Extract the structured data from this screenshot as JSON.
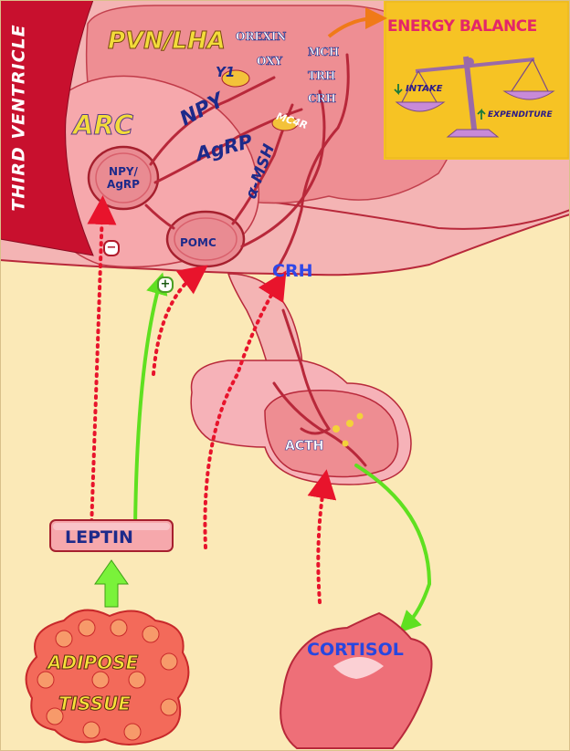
{
  "labels": {
    "pvn_lha": "PVN/LHA",
    "arc": "ARC",
    "third_ventricle": "THIRD VENTRICLE",
    "npy": "NPY",
    "agrp": "AgRP",
    "alpha_msh": "α-MSH",
    "y1": "Y1",
    "mc4r": "MC4R",
    "orexin": "OREXIN",
    "oxy": "OXY",
    "mch": "MCH",
    "trh": "TRH",
    "crh_pvn": "CRH",
    "npy_agrp_neuron": "NPY/ AgRP",
    "pomc": "POMC",
    "crh": "CRH",
    "acth": "ACTH",
    "cortisol": "CORTISOL",
    "leptin": "LEPTIN",
    "adipose": "ADIPOSE",
    "tissue": "TISSUE"
  },
  "energy_balance": {
    "title": "ENERGY BALANCE",
    "intake": "INTAKE",
    "expenditure": "EXPENDITURE"
  },
  "signs": {
    "inhibit": "−",
    "stimulate": "+"
  },
  "colors": {
    "background": "#fbe9b7",
    "stimulation": "#66ee22",
    "inhibition": "#e8142c",
    "brain_tissue": "#f2a3a8",
    "energy_box": "#f6c324"
  }
}
